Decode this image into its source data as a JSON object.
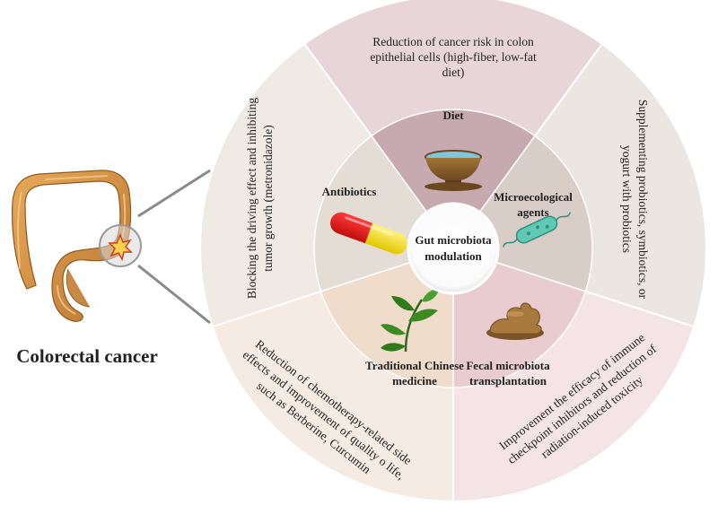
{
  "left_panel": {
    "title": "Colorectal cancer"
  },
  "center": {
    "line1": "Gut microbiota",
    "line2": "modulation",
    "color": "#c0392b"
  },
  "strategies": [
    {
      "id": "diet",
      "label_lines": [
        "Diet"
      ],
      "outer_lines": [
        "Reduction of cancer risk in colon",
        "epithelial cells (high-fiber, low-fat",
        "diet)"
      ],
      "inner_color": "#c7aab0",
      "outer_color": "#e8d5da",
      "icon": "bowl-icon"
    },
    {
      "id": "microecological",
      "label_lines": [
        "Microecological",
        "agents"
      ],
      "outer_lines": [
        "Supplementing probiotics, symbiotics, or",
        "yogurt with probiotics"
      ],
      "inner_color": "#d9cdc8",
      "outer_color": "#ece6e2",
      "icon": "bacteria-icon"
    },
    {
      "id": "fmt",
      "label_lines": [
        "Fecal microbiota",
        "transplantation"
      ],
      "outer_lines": [
        "Improvement the efficacy of immune",
        "checkpoint inhibitors and reduction of",
        "radiation-induced toxicity"
      ],
      "inner_color": "#e9ccd0",
      "outer_color": "#f4e4e6",
      "icon": "stool-icon"
    },
    {
      "id": "tcm",
      "label_lines": [
        "Traditional Chinese",
        "medicine"
      ],
      "outer_lines": [
        "Reduction of chemotherapy-related side",
        "effects and improvement of quality o life,",
        "such as Berberine, Curcumin"
      ],
      "inner_color": "#efdccb",
      "outer_color": "#f6ebe2",
      "icon": "plant-icon"
    },
    {
      "id": "antibiotics",
      "label_lines": [
        "Antibiotics"
      ],
      "outer_lines": [
        "Blocking the driving effect and inhibiting",
        "tumor growth (metronidazole)"
      ],
      "inner_color": "#e4ddd5",
      "outer_color": "#efeae4",
      "icon": "capsule-icon"
    }
  ]
}
